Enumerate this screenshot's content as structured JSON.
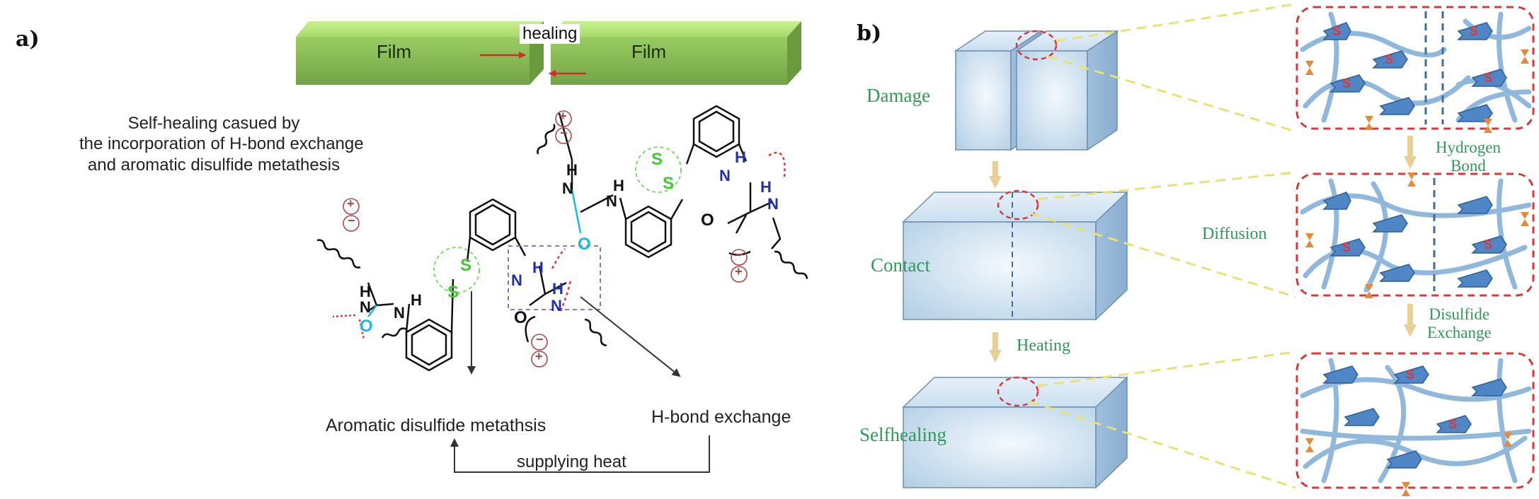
{
  "panel_a": {
    "label": "a)",
    "film_left": "Film",
    "film_right": "Film",
    "healing": "healing",
    "caption_lines": [
      "Self-healing casued by",
      "the incorporation of H-bond exchange",
      "and aromatic disulfide metathesis"
    ],
    "atoms": {
      "H": "H",
      "N": "N",
      "S": "S",
      "O": "O",
      "plus": "+",
      "minus": "−"
    },
    "outcome_left": "Aromatic disulfide metathsis",
    "outcome_right": "H-bond exchange",
    "cycle_label": "supplying heat"
  },
  "panel_b": {
    "label": "b)",
    "stages": [
      "Damage",
      "Contact",
      "Selfhealing"
    ],
    "arrow_labels": {
      "heating": "Heating",
      "diffusion": "Diffusion"
    },
    "bond_labels": {
      "hydrogen": [
        "Hydrogen",
        "Bond"
      ],
      "disulfide": [
        "Disulfide",
        "Exchange"
      ]
    },
    "s_glyph": "S"
  },
  "colors": {
    "film_green": "#8fcf63",
    "panel_green": "#2e9a55",
    "box_blue": "#c9def0",
    "chain_blue": "#8fb8dc",
    "dash_red": "#d9383a",
    "guide_yellow": "#e8e078",
    "arrow_tan": "#e9cf95",
    "hbond_blue": "#1f2fb5",
    "sulfur_green": "#43c934",
    "oxygen_cyan": "#1fb8e0"
  }
}
